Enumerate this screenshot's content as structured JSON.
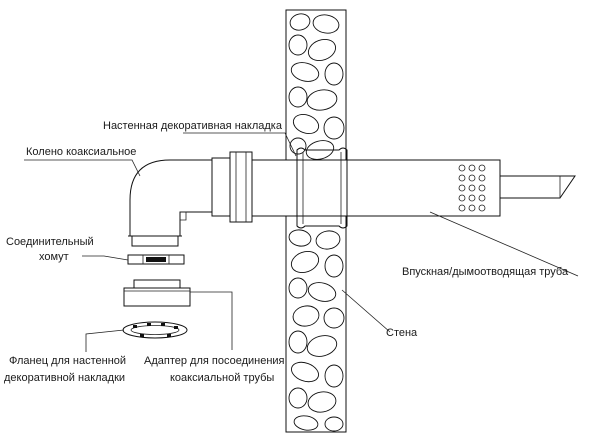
{
  "diagram": {
    "labels": {
      "decorative_cover": "Настенная декоративная накладка",
      "coaxial_elbow": "Колено коаксиальное",
      "clamp_line1": "Соединительный",
      "clamp_line2": "хомут",
      "flue_pipe": "Впускная/дымоотводящая труба",
      "wall": "Стена",
      "flange_line1": "Фланец для настенной",
      "flange_line2": "декоративной накладки",
      "adapter_line1": "Адаптер для посоединения",
      "adapter_line2": "коаксиальной трубы"
    }
  }
}
